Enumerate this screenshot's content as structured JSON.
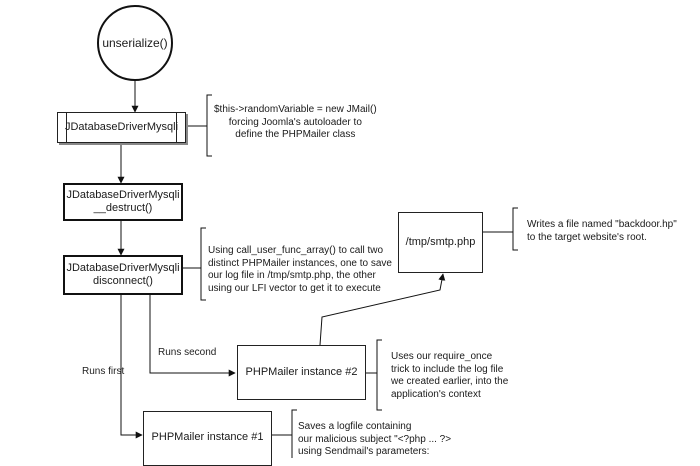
{
  "nodes": {
    "unserialize": "unserialize()",
    "driver_main": "JDatabaseDriverMysqli",
    "destruct": [
      "JDatabaseDriverMysqli",
      "__destruct()"
    ],
    "disconnect": [
      "JDatabaseDriverMysqli",
      "disconnect()"
    ],
    "smtp": "/tmp/smtp.php",
    "mailer2": "PHPMailer instance #2",
    "mailer1": "PHPMailer instance #1"
  },
  "notes": {
    "jmail": [
      "$this->randomVariable = new JMail()",
      "forcing Joomla's autoloader to",
      "define the PHPMailer class"
    ],
    "call_user": [
      "Using call_user_func_array() to call two",
      "distinct PHPMailer instances, one to save",
      "our log file in /tmp/smtp.php, the other",
      "using our LFI vector to get it to execute"
    ],
    "backdoor": [
      "Writes a file named \"backdoor.hp\"",
      "to the target website's root."
    ],
    "require": [
      "Uses our require_once",
      "trick to include the log file",
      "we created earlier, into the",
      "application's context"
    ],
    "logfile": [
      "Saves a logfile containing",
      "our malicious subject \"<?php ... ?>",
      "using Sendmail's parameters:"
    ]
  },
  "edge_labels": {
    "runs_second": "Runs second",
    "runs_first": "Runs first"
  }
}
